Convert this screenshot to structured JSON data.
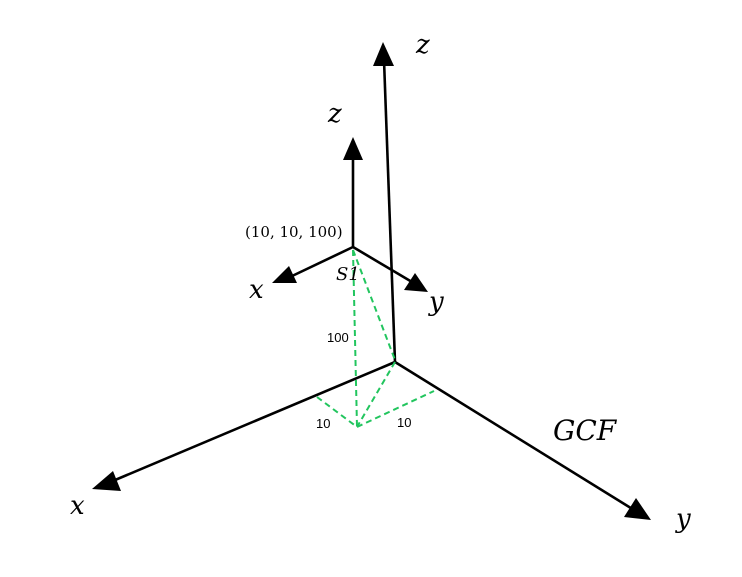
{
  "global_frame": {
    "name": "GCF",
    "x_label": "x",
    "y_label": "y",
    "z_label": "z"
  },
  "local_frame": {
    "name": "S1",
    "origin_label": "(10, 10, 100)",
    "x_label": "x",
    "y_label": "y",
    "z_label": "z"
  },
  "dimensions": {
    "height": "100",
    "x_offset": "10",
    "y_offset": "10"
  },
  "colors": {
    "axis": "#000000",
    "dashed": "#22c55e"
  }
}
